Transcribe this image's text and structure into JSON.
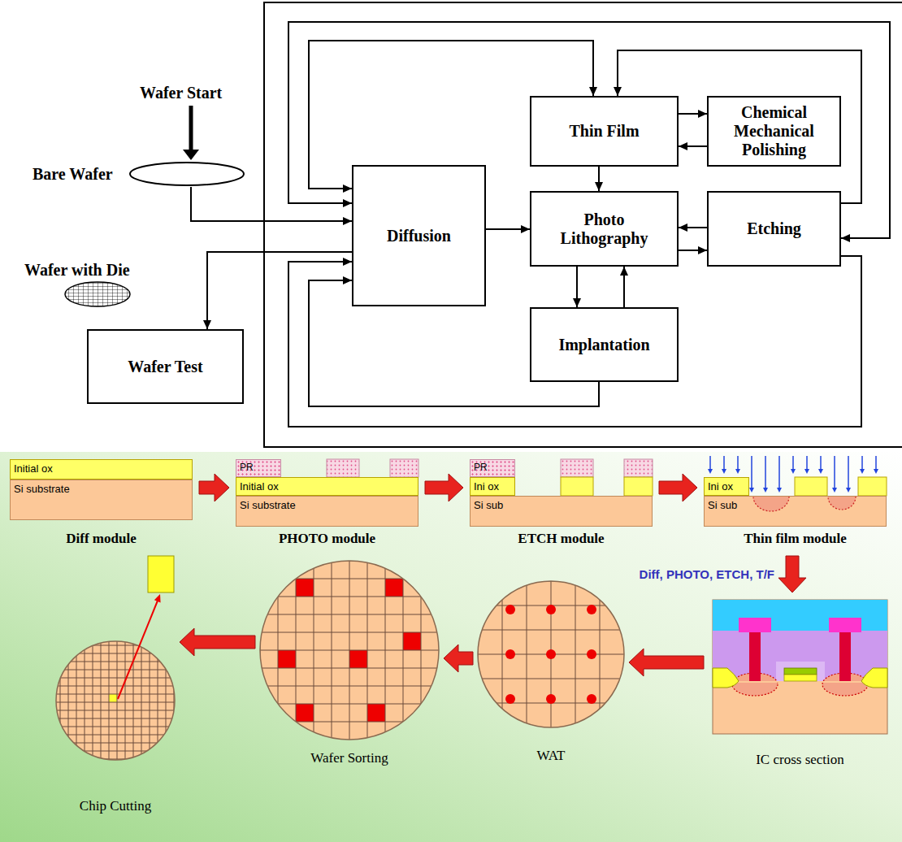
{
  "diagram": {
    "nodes": [
      {
        "text": [
          "Bare Wafer"
        ]
      },
      {
        "text": [
          "Thin Film"
        ]
      },
      {
        "text": [
          "Chemical Mechanical Polishing"
        ]
      },
      {
        "text": [
          "Diffusion"
        ]
      },
      {
        "text": [
          "Photo Lithography"
        ]
      },
      {
        "text": [
          "Etching"
        ]
      },
      {
        "text": [
          "Wafer with Die"
        ]
      },
      {
        "text": [
          "Wafer Test"
        ]
      },
      {
        "text": [
          "Implantation"
        ]
      },
      {
        "text": [
          "Diff module"
        ]
      },
      {
        "text": [
          "Initial ox"
        ],
        "in": 9
      },
      {
        "text": [
          "Si substrate"
        ],
        "in": 9
      },
      {
        "text": [
          "PHOTO module"
        ]
      },
      {
        "text": [
          "PR"
        ],
        "in": 12
      },
      {
        "text": [
          "Initial ox"
        ],
        "in": 12
      },
      {
        "text": [
          "Si substrate"
        ],
        "in": 12
      },
      {
        "text": [
          "ETCH module"
        ]
      },
      {
        "text": [
          "PR"
        ],
        "in": 16
      },
      {
        "text": [
          "Ini ox"
        ],
        "in": 16
      },
      {
        "text": [
          "Si sub"
        ],
        "in": 16
      },
      {
        "text": [
          "Thin film module"
        ]
      },
      {
        "text": [
          "Ini ox"
        ],
        "in": 20
      },
      {
        "text": [
          "Si sub"
        ],
        "in": 20
      },
      {
        "text": [
          "IC cross section"
        ]
      },
      {
        "text": [
          "WAT"
        ]
      },
      {
        "text": [
          "Wafer Sorting"
        ]
      },
      {
        "text": [
          "Chip Cutting"
        ]
      }
    ],
    "edges": [
      {
        "from": 0,
        "to": 3,
        "arrow": "to"
      },
      {
        "from": 3,
        "to": 4,
        "arrow": "to"
      },
      {
        "from": 3,
        "to": 7,
        "arrow": "to"
      },
      {
        "from": 1,
        "to": 2,
        "arrow": "to"
      },
      {
        "from": 2,
        "to": 1,
        "arrow": "to"
      },
      {
        "from": 1,
        "to": 4,
        "arrow": "to"
      },
      {
        "from": 4,
        "to": 5,
        "arrow": "to"
      },
      {
        "from": 5,
        "to": 4,
        "arrow": "to"
      },
      {
        "from": 4,
        "to": 8,
        "arrow": "to"
      },
      {
        "from": 8,
        "to": 4,
        "arrow": "to"
      },
      {
        "from": 3,
        "to": 1,
        "arrow": "both"
      },
      {
        "from": 5,
        "to": 1,
        "arrow": "to"
      },
      {
        "from": 3,
        "to": 5,
        "arrow": "both"
      },
      {
        "from": 5,
        "to": 3,
        "arrow": "to"
      },
      {
        "from": 8,
        "to": 3,
        "arrow": "to"
      },
      {
        "from": 9,
        "to": 12,
        "arrow": "to"
      },
      {
        "from": 12,
        "to": 16,
        "arrow": "to"
      },
      {
        "from": 16,
        "to": 20,
        "arrow": "to"
      },
      {
        "from": 20,
        "to": 23,
        "label": "Diff, PHOTO, ETCH, T/F",
        "arrow": "to"
      },
      {
        "from": 23,
        "to": 24,
        "arrow": "to"
      },
      {
        "from": 24,
        "to": 25,
        "arrow": "to"
      },
      {
        "from": 25,
        "to": 26,
        "arrow": "to"
      }
    ],
    "labels": [
      "Wafer Start"
    ]
  }
}
